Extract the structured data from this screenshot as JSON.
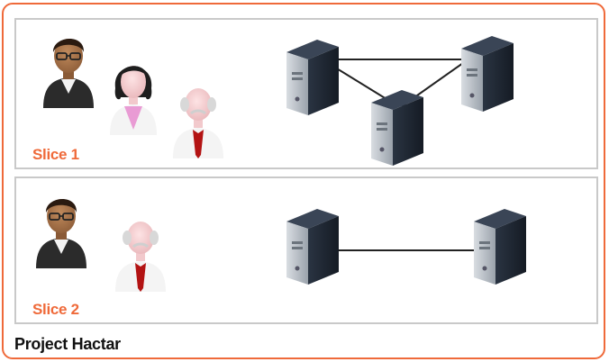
{
  "diagram": {
    "title": "Project Hactar",
    "colors": {
      "accent": "#ef6a3a",
      "panel_border": "#c9c9c9",
      "server": "#1f2733",
      "link": "#222222"
    },
    "slices": [
      {
        "label": "Slice 1",
        "people": [
          "man-glasses-icon",
          "woman-icon",
          "elderly-man-icon"
        ],
        "servers": [
          "server-icon",
          "server-icon",
          "server-icon"
        ],
        "links": [
          [
            0,
            1
          ],
          [
            0,
            2
          ],
          [
            1,
            2
          ]
        ]
      },
      {
        "label": "Slice 2",
        "people": [
          "man-glasses-icon",
          "elderly-man-icon"
        ],
        "servers": [
          "server-icon",
          "server-icon"
        ],
        "links": [
          [
            0,
            1
          ]
        ]
      }
    ]
  }
}
